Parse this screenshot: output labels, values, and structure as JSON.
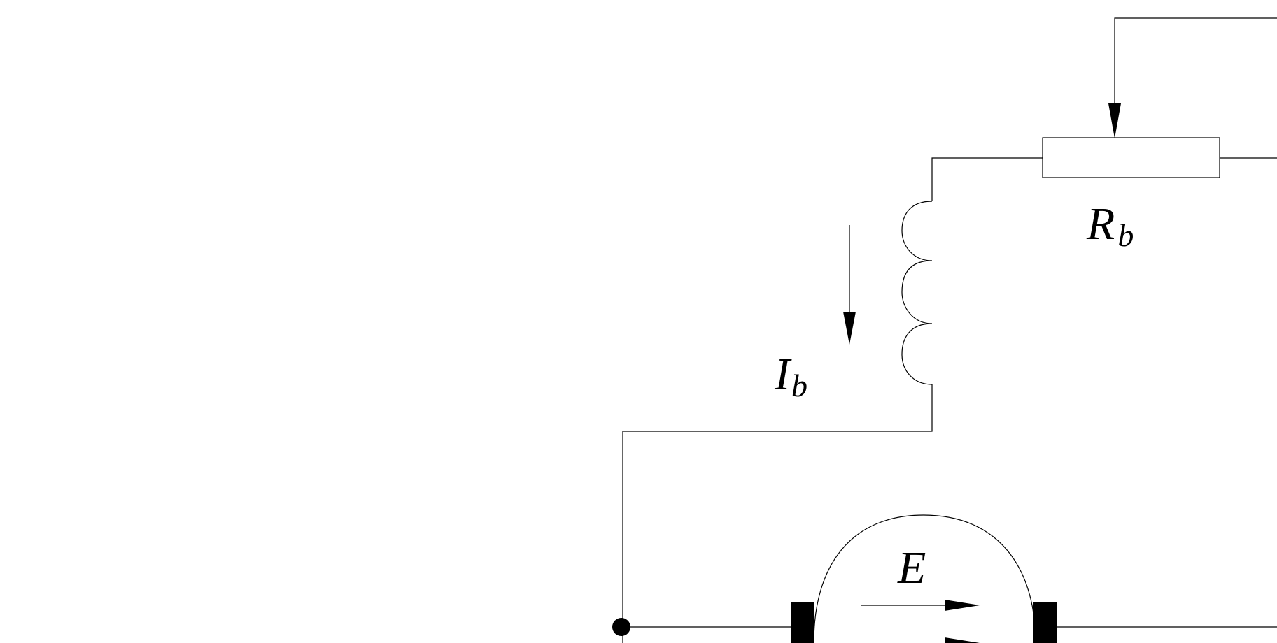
{
  "labels": {
    "resistor": {
      "main": "R",
      "sub": "b"
    },
    "current": {
      "main": "I",
      "sub": "b"
    },
    "emf": {
      "main": "E"
    }
  },
  "colors": {
    "line": "#000000",
    "background": "#ffffff"
  }
}
